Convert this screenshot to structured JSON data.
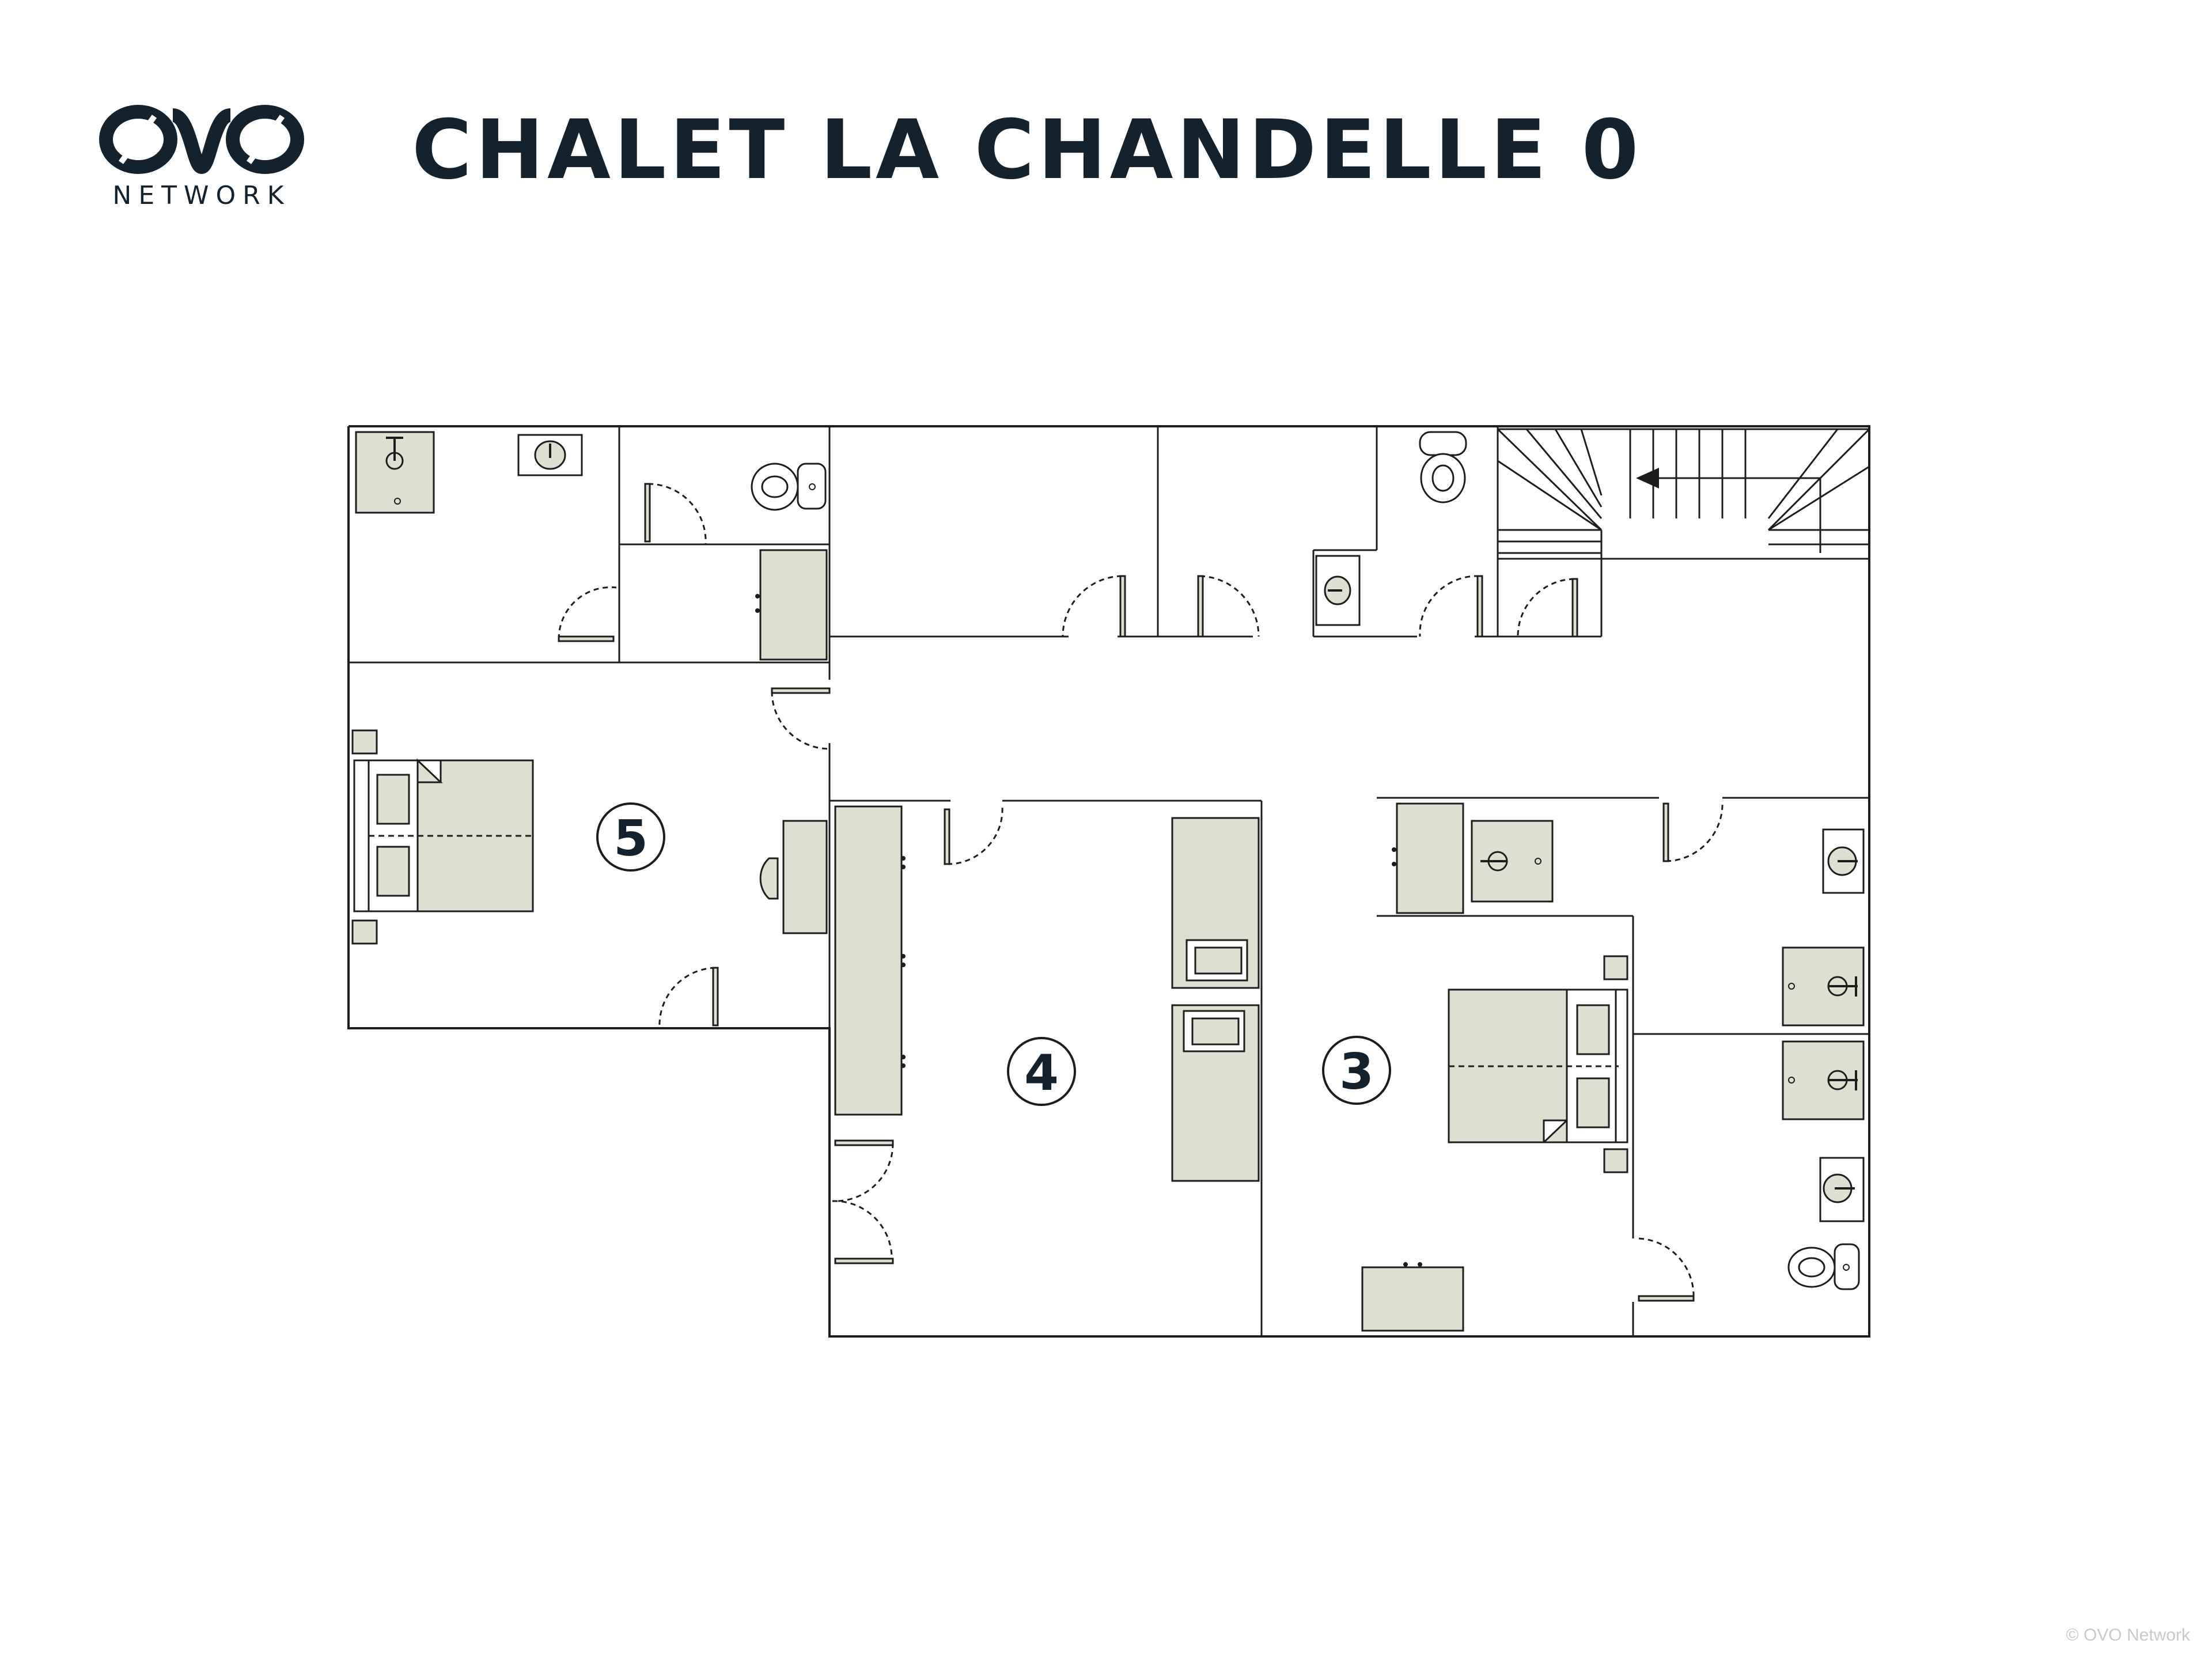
{
  "brand": {
    "logo_text": "NETWORK",
    "color": "#14222e"
  },
  "plan": {
    "title": "CHALET LA CHANDELLE 0",
    "rooms": [
      {
        "id": "room-5",
        "number": "5"
      },
      {
        "id": "room-4",
        "number": "4"
      },
      {
        "id": "room-3",
        "number": "3"
      }
    ],
    "colors": {
      "furniture_fill": "#dde0d1",
      "wall": "#1d1d1d"
    }
  },
  "footer": {
    "copyright": "© OVO Network"
  }
}
